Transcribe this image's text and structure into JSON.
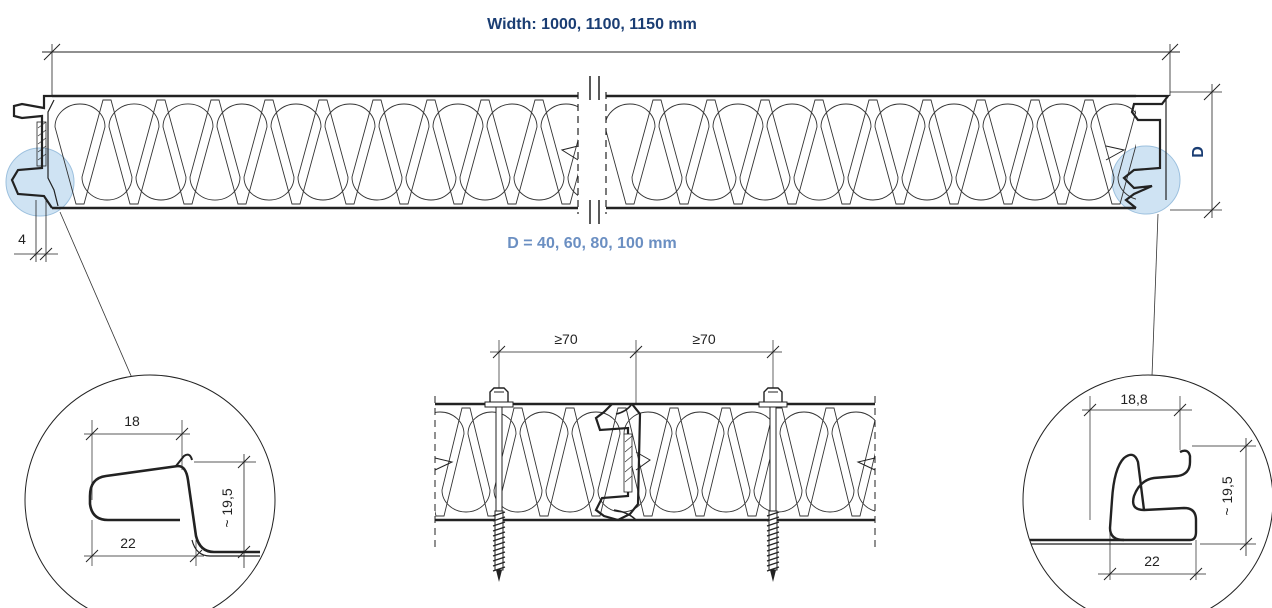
{
  "labels": {
    "width": "Width: 1000, 1100, 1150 mm",
    "thickness": "D = 40, 60, 80, 100 mm",
    "depth_symbol": "D",
    "edge_offset": "4",
    "left_top": "18",
    "left_bottom": "22",
    "left_height": "~ 19,5",
    "right_top": "18,8",
    "right_bottom": "22",
    "right_height": "~ 19,5",
    "spacing_1": "≥70",
    "spacing_2": "≥70"
  },
  "colors": {
    "title": "#1a3d73",
    "thickness": "#6b8fc2",
    "highlight": "#cfe3f3",
    "line": "#222222"
  }
}
